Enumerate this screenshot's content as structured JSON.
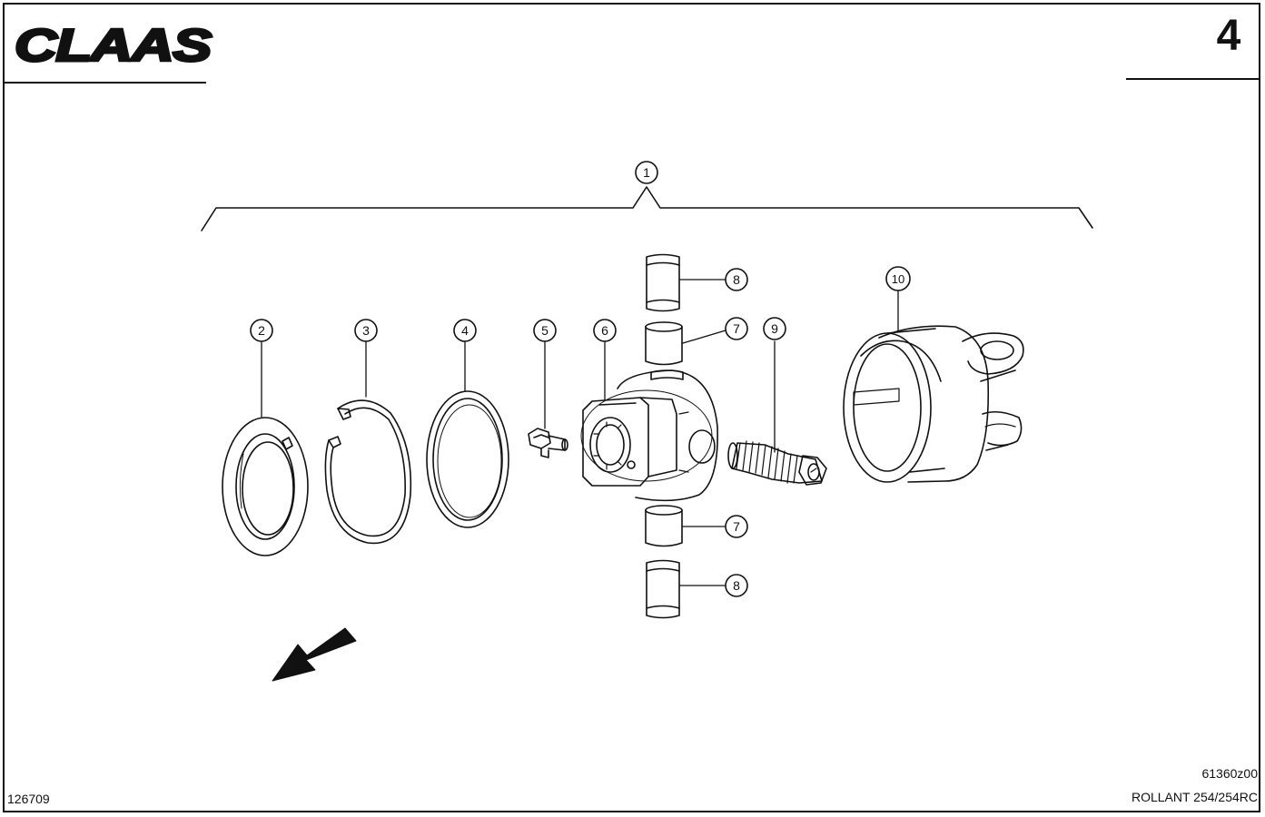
{
  "header": {
    "brand": "CLAAS",
    "page_number": "4"
  },
  "footer": {
    "drawing_code": "61360z00",
    "model": "ROLLANT 254/254RC",
    "document_number": "126709"
  },
  "callouts": [
    "1",
    "2",
    "3",
    "4",
    "5",
    "6",
    "7",
    "7",
    "8",
    "8",
    "9",
    "10"
  ],
  "colors": {
    "ink": "#111111",
    "paper": "#ffffff"
  }
}
